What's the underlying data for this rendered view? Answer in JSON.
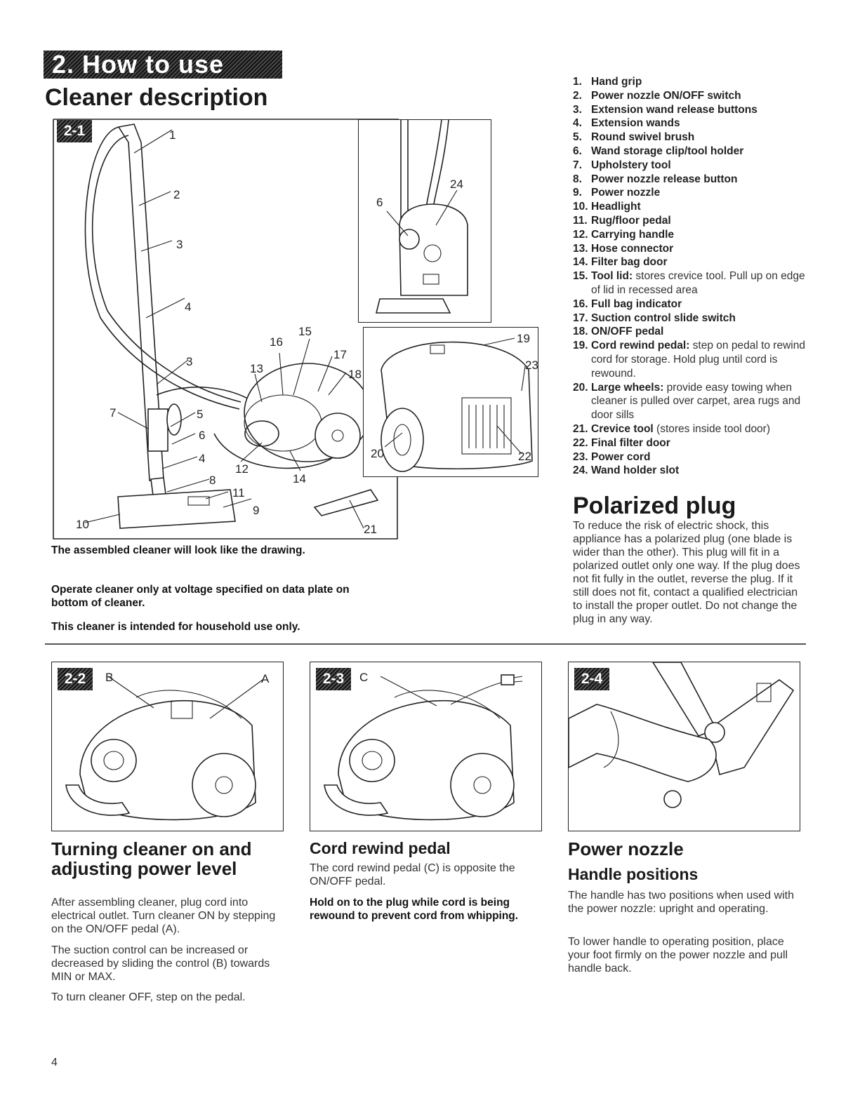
{
  "banner": "2. How to use",
  "cleaner_description": {
    "title": "Cleaner description",
    "figure_tag": "2-1",
    "callouts": {
      "c1": "1",
      "c2": "2",
      "c3a": "3",
      "c4a": "4",
      "c3b": "3",
      "c7": "7",
      "c5": "5",
      "c6a": "6",
      "c4b": "4",
      "c8": "8",
      "c11": "11",
      "c9": "9",
      "c10": "10",
      "c12": "12",
      "c14": "14",
      "c16": "16",
      "c15": "15",
      "c13": "13",
      "c17": "17",
      "c18": "18",
      "c21": "21",
      "c6b": "6",
      "c24": "24",
      "c19": "19",
      "c23": "23",
      "c20": "20",
      "c22": "22"
    },
    "notes": [
      "The assembled cleaner will look like the drawing.",
      "Operate cleaner only at voltage specified on data plate on bottom of cleaner.",
      "This cleaner is intended for household use only."
    ]
  },
  "parts": [
    {
      "num": "1.",
      "name": "Hand grip",
      "desc": ""
    },
    {
      "num": "2.",
      "name": "Power nozzle ON/OFF switch",
      "desc": ""
    },
    {
      "num": "3.",
      "name": "Extension wand release buttons",
      "desc": ""
    },
    {
      "num": "4.",
      "name": "Extension wands",
      "desc": ""
    },
    {
      "num": "5.",
      "name": "Round swivel brush",
      "desc": ""
    },
    {
      "num": "6.",
      "name": "Wand storage clip/tool holder",
      "desc": ""
    },
    {
      "num": "7.",
      "name": "Upholstery tool",
      "desc": ""
    },
    {
      "num": "8.",
      "name": "Power nozzle release button",
      "desc": ""
    },
    {
      "num": "9.",
      "name": "Power nozzle",
      "desc": ""
    },
    {
      "num": "10.",
      "name": "Headlight",
      "desc": ""
    },
    {
      "num": "11.",
      "name": "Rug/floor pedal",
      "desc": ""
    },
    {
      "num": "12.",
      "name": "Carrying handle",
      "desc": ""
    },
    {
      "num": "13.",
      "name": "Hose connector",
      "desc": ""
    },
    {
      "num": "14.",
      "name": "Filter bag door",
      "desc": ""
    },
    {
      "num": "15.",
      "name": "Tool lid:",
      "desc": " stores crevice tool. Pull up on edge of lid in recessed area"
    },
    {
      "num": "16.",
      "name": "Full bag indicator",
      "desc": ""
    },
    {
      "num": "17.",
      "name": "Suction control slide switch",
      "desc": ""
    },
    {
      "num": "18.",
      "name": "ON/OFF pedal",
      "desc": ""
    },
    {
      "num": "19.",
      "name": "Cord rewind pedal:",
      "desc": " step on pedal to rewind cord for storage. Hold plug until cord is rewound."
    },
    {
      "num": "20.",
      "name": "Large wheels:",
      "desc": " provide easy towing when cleaner is pulled over carpet, area rugs and door sills"
    },
    {
      "num": "21.",
      "name": "Crevice tool",
      "desc": " (stores inside tool door)"
    },
    {
      "num": "22.",
      "name": "Final filter door",
      "desc": ""
    },
    {
      "num": "23.",
      "name": "Power cord",
      "desc": ""
    },
    {
      "num": "24.",
      "name": "Wand holder slot",
      "desc": ""
    }
  ],
  "polarized_plug": {
    "title": "Polarized plug",
    "body": "To reduce the risk of electric shock, this appliance has a polarized plug (one blade is wider than the other). This plug will fit in a polarized outlet only one way. If the plug does not fit fully in the outlet, reverse the plug. If it still does not fit, contact a qualified electrician to install the proper outlet. Do not change the plug in any way."
  },
  "fig22": {
    "tag": "2-2",
    "label_b": "B",
    "label_a": "A"
  },
  "fig23": {
    "tag": "2-3",
    "label_c": "C"
  },
  "fig24": {
    "tag": "2-4"
  },
  "turning": {
    "title": "Turning cleaner on and adjusting power level",
    "p1": "After assembling cleaner, plug cord into electrical outlet. Turn cleaner ON by stepping on the ON/OFF pedal (A).",
    "p2": "The suction control can be increased or decreased by sliding the control (B) towards MIN or MAX.",
    "p3": "To turn cleaner OFF, step on the pedal."
  },
  "cord_rewind": {
    "title": "Cord rewind pedal",
    "p1": "The cord rewind pedal (C) is opposite the ON/OFF pedal.",
    "p2": "Hold on to the plug while cord is being rewound to prevent cord from whipping."
  },
  "power_nozzle": {
    "title": "Power nozzle",
    "subtitle": "Handle positions",
    "p1": "The handle has two positions when used with the power nozzle: upright and operating.",
    "p2": "To lower handle to operating position, place your foot firmly on the power nozzle and pull handle back."
  },
  "page_number": "4"
}
